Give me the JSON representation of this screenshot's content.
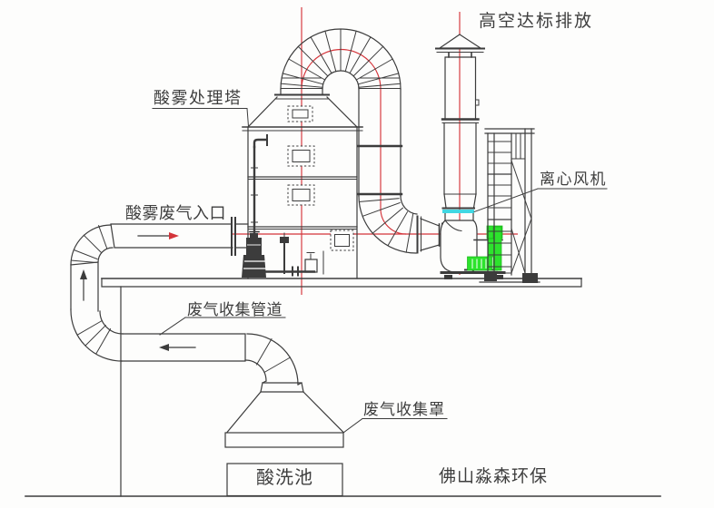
{
  "diagram": {
    "type": "acid-mist-treatment-system-schematic",
    "labels": {
      "emission_outlet": "高空达标排放",
      "treatment_tower": "酸雾处理塔",
      "waste_gas_inlet": "酸雾废气入口",
      "centrifugal_fan": "离心风机",
      "collection_pipe": "废气收集管道",
      "collection_hood": "废气收集罩",
      "acid_wash_pool": "酸洗池",
      "company": "佛山淼森环保"
    },
    "colors": {
      "line": "#3c3c3c",
      "centerline": "#d4343a",
      "flex_connector": "#41d7e2",
      "motor_highlight": "#2de32d"
    }
  }
}
